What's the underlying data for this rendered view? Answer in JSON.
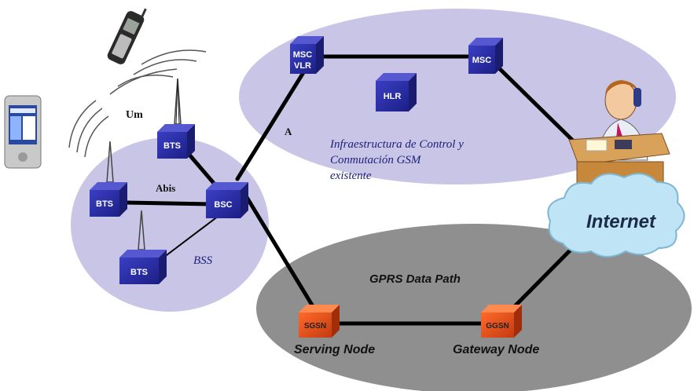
{
  "nodes": {
    "msc_vlr_line1": "MSC",
    "msc_vlr_line2": "VLR",
    "msc": "MSC",
    "hlr": "HLR",
    "bsc": "BSC",
    "bts_top": "BTS",
    "bts_left": "BTS",
    "bts_bottom": "BTS",
    "sgsn": "SGSN",
    "ggsn": "GGSN"
  },
  "interfaces": {
    "um": "Um",
    "abis": "Abis",
    "a": "A"
  },
  "labels": {
    "gsm_core_line1": "Infraestructura de Control y",
    "gsm_core_line2": "Conmutación GSM",
    "gsm_core_line3": "existente",
    "bss": "BSS",
    "gprs_path": "GPRS Data Path",
    "serving_node": "Serving Node",
    "gateway_node": "Gateway Node",
    "internet": "Internet"
  },
  "colors": {
    "core_ellipse": "#c9c5e6",
    "gprs_ellipse": "#8f8f8f",
    "node_blue": "#2b2fa8",
    "node_orange": "#e8501c",
    "link": "#000000",
    "cloud": "#bfe4f5"
  }
}
